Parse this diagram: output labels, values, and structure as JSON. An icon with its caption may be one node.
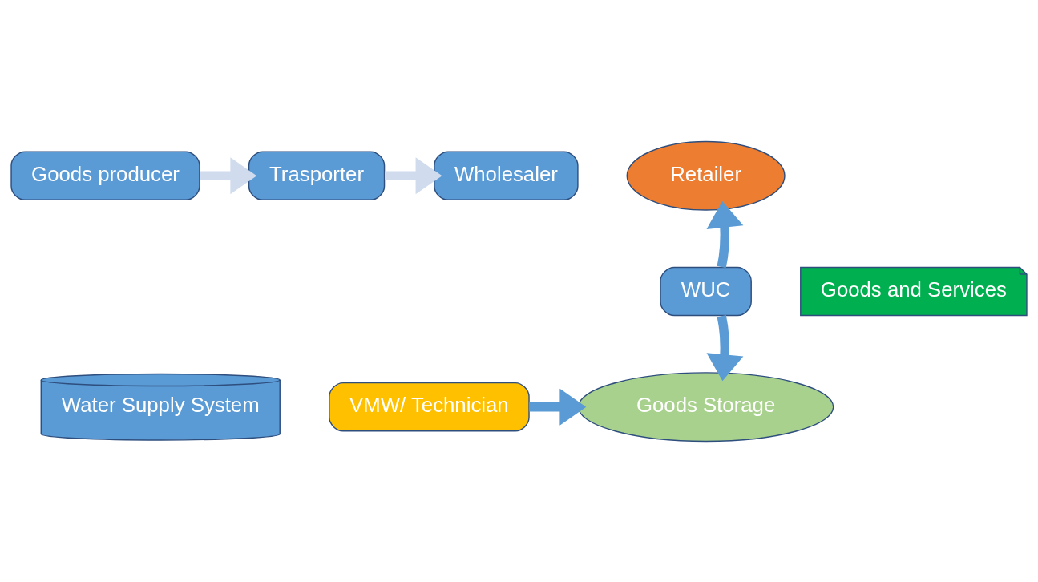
{
  "diagram": {
    "nodes": [
      {
        "text": [
          "Goods producer"
        ]
      },
      {
        "text": [
          "Trasporter"
        ]
      },
      {
        "text": [
          "Wholesaler"
        ]
      },
      {
        "text": [
          "Retailer"
        ]
      },
      {
        "text": [
          "WUC"
        ]
      },
      {
        "text": [
          "Goods and Services"
        ]
      },
      {
        "text": [
          "Water Supply System"
        ]
      },
      {
        "text": [
          "VMW/ Technician"
        ]
      },
      {
        "text": [
          "Goods Storage"
        ]
      }
    ],
    "edges": [
      {
        "from": 0,
        "to": 1,
        "arrow": "to",
        "color": "#d0dcee"
      },
      {
        "from": 1,
        "to": 2,
        "arrow": "to",
        "color": "#d0dcee"
      },
      {
        "from": 4,
        "to": 3,
        "arrow": "to"
      },
      {
        "from": 4,
        "to": 8,
        "arrow": "to"
      },
      {
        "from": 7,
        "to": 8,
        "arrow": "to"
      }
    ]
  }
}
